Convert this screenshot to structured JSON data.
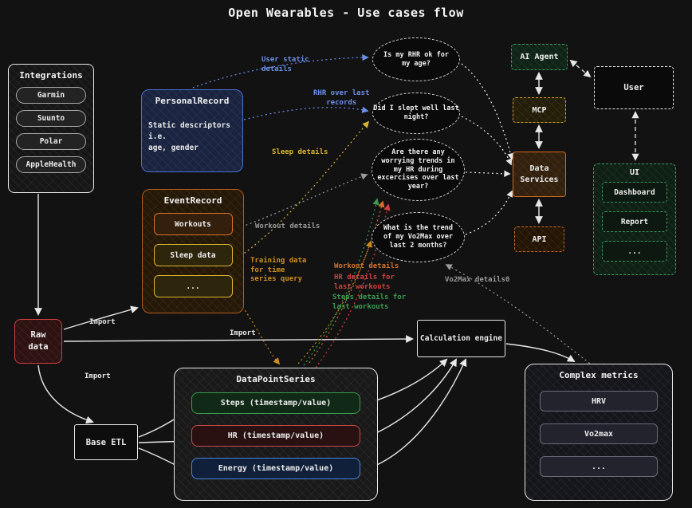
{
  "title": "Open Wearables - Use cases flow",
  "colors": {
    "white": "#e8e8e8",
    "blue": "#6b8fe8",
    "yellow": "#d9b430",
    "gold": "#cc8f1f",
    "orange": "#d4722a",
    "red": "#d04040",
    "green": "#3d9950",
    "gray": "#9a9a9a"
  },
  "nodes": {
    "integrations": {
      "title": "Integrations",
      "items": [
        "Garmin",
        "Suunto",
        "Polar",
        "AppleHealth"
      ]
    },
    "personal_record": {
      "title": "PersonalRecord",
      "body": "Static descriptors i.e.\nage, gender"
    },
    "event_record": {
      "title": "EventRecord",
      "items": [
        "Workouts",
        "Sleep data",
        "..."
      ]
    },
    "raw_data": {
      "label": "Raw\ndata"
    },
    "base_etl": {
      "label": "Base ETL"
    },
    "data_point_series": {
      "title": "DataPointSeries",
      "items": [
        "Steps (timestamp/value)",
        "HR (timestamp/value)",
        "Energy (timestamp/value)"
      ]
    },
    "calculation_engine": {
      "label": "Calculation engine"
    },
    "complex_metrics": {
      "title": "Complex metrics",
      "items": [
        "HRV",
        "Vo2max",
        "..."
      ]
    },
    "ai_agent": {
      "label": "AI Agent"
    },
    "mcp": {
      "label": "MCP"
    },
    "data_services": {
      "label": "Data\nServices"
    },
    "api": {
      "label": "API"
    },
    "user": {
      "label": "User"
    },
    "ui": {
      "title": "UI",
      "items": [
        "Dashboard",
        "Report",
        "..."
      ]
    }
  },
  "questions": [
    "Is my RHR ok for\nmy age?",
    "Did I slept well last\nnight?",
    "Are there any\nworrying trends in\nmy HR during\nexcercises over last\nyear?",
    "What is the trend\nof my Vo2Max over\nlast 2 months?"
  ],
  "edge_labels": {
    "user_static": "User static\ndetails",
    "rhr": "RHR over last\nrecords",
    "sleep": "Sleep details",
    "workout_gray": "Workout details",
    "training": "Training data\nfor time\nseries query",
    "workout_orange": "Workout details",
    "hr": "HR details for\nlast workouts",
    "steps": "Steps details for\nlast workouts",
    "vo2max": "Vo2Max details0",
    "import1": "Import",
    "import2": "Import",
    "import3": "Import"
  }
}
